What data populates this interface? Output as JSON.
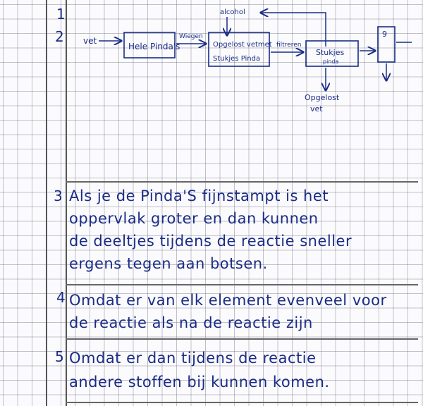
{
  "margin_numbers": [
    "1",
    "2"
  ],
  "diagram": {
    "input_label": "vet",
    "box1": "Hele Pinda's",
    "step1": "Wiegen",
    "box2_line1": "Opgelost vetmet",
    "box2_line2": "Stukjes Pinda",
    "step2": "filtreren",
    "box3_line1": "Stukjes",
    "box3_line2": "pinda",
    "solvent": "alcohol",
    "output_line1": "Opgelost",
    "output_line2": "vet",
    "box4": "9"
  },
  "answers": [
    {
      "number": "3",
      "lines": [
        "Als je de Pinda'S fijnstampt is het",
        "oppervlak groter en dan kunnen",
        "de deeltjes tijdens de reactie sneller",
        "ergens tegen aan botsen."
      ]
    },
    {
      "number": "4",
      "lines": [
        "Omdat er van elk element evenveel voor",
        "de reactie als na de reactie zijn"
      ]
    },
    {
      "number": "5",
      "lines": [
        "Omdat er dan tijdens de reactie",
        "andere stoffen bij kunnen komen."
      ]
    }
  ]
}
